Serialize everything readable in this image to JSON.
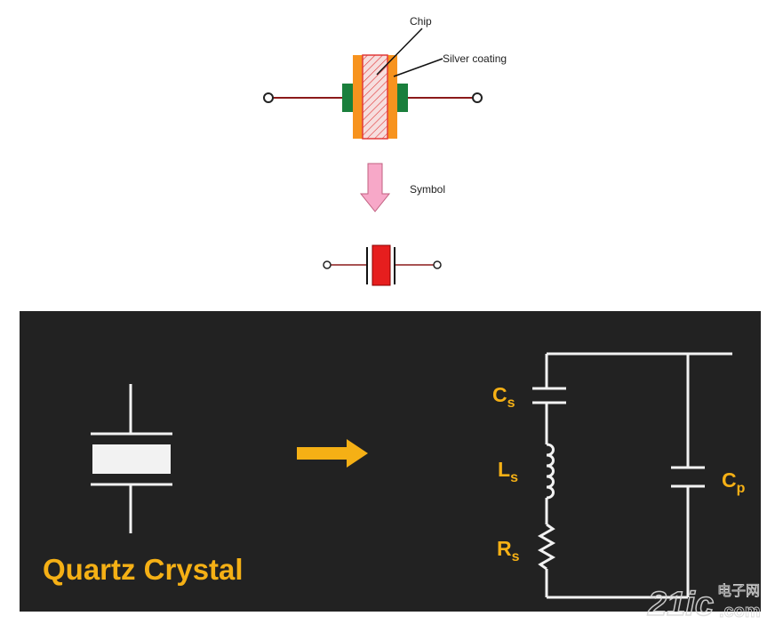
{
  "top_diagram": {
    "labels": {
      "chip": "Chip",
      "silver_coating": "Silver coating",
      "symbol": "Symbol"
    },
    "colors": {
      "lead": "#8b1a1a",
      "electrode": "#1a7f3c",
      "silver_coating": "#f7931e",
      "chip": "#f2c4c4",
      "chip_hatch": "#e23a3a",
      "arrow_fill": "#f7a8c8",
      "arrow_stroke": "#c06080",
      "symbol_crystal": "#e61e1e"
    }
  },
  "bottom_panel": {
    "title": "Quartz Crystal",
    "components": {
      "cs": {
        "main": "C",
        "sub": "s"
      },
      "ls": {
        "main": "L",
        "sub": "s"
      },
      "rs": {
        "main": "R",
        "sub": "s"
      },
      "cp": {
        "main": "C",
        "sub": "p"
      }
    },
    "colors": {
      "background": "#222222",
      "line": "#f2f2f2",
      "accent": "#f5b015"
    }
  },
  "watermark": {
    "brand": "21ic",
    "cn": "电子网",
    "domain": ".com"
  }
}
